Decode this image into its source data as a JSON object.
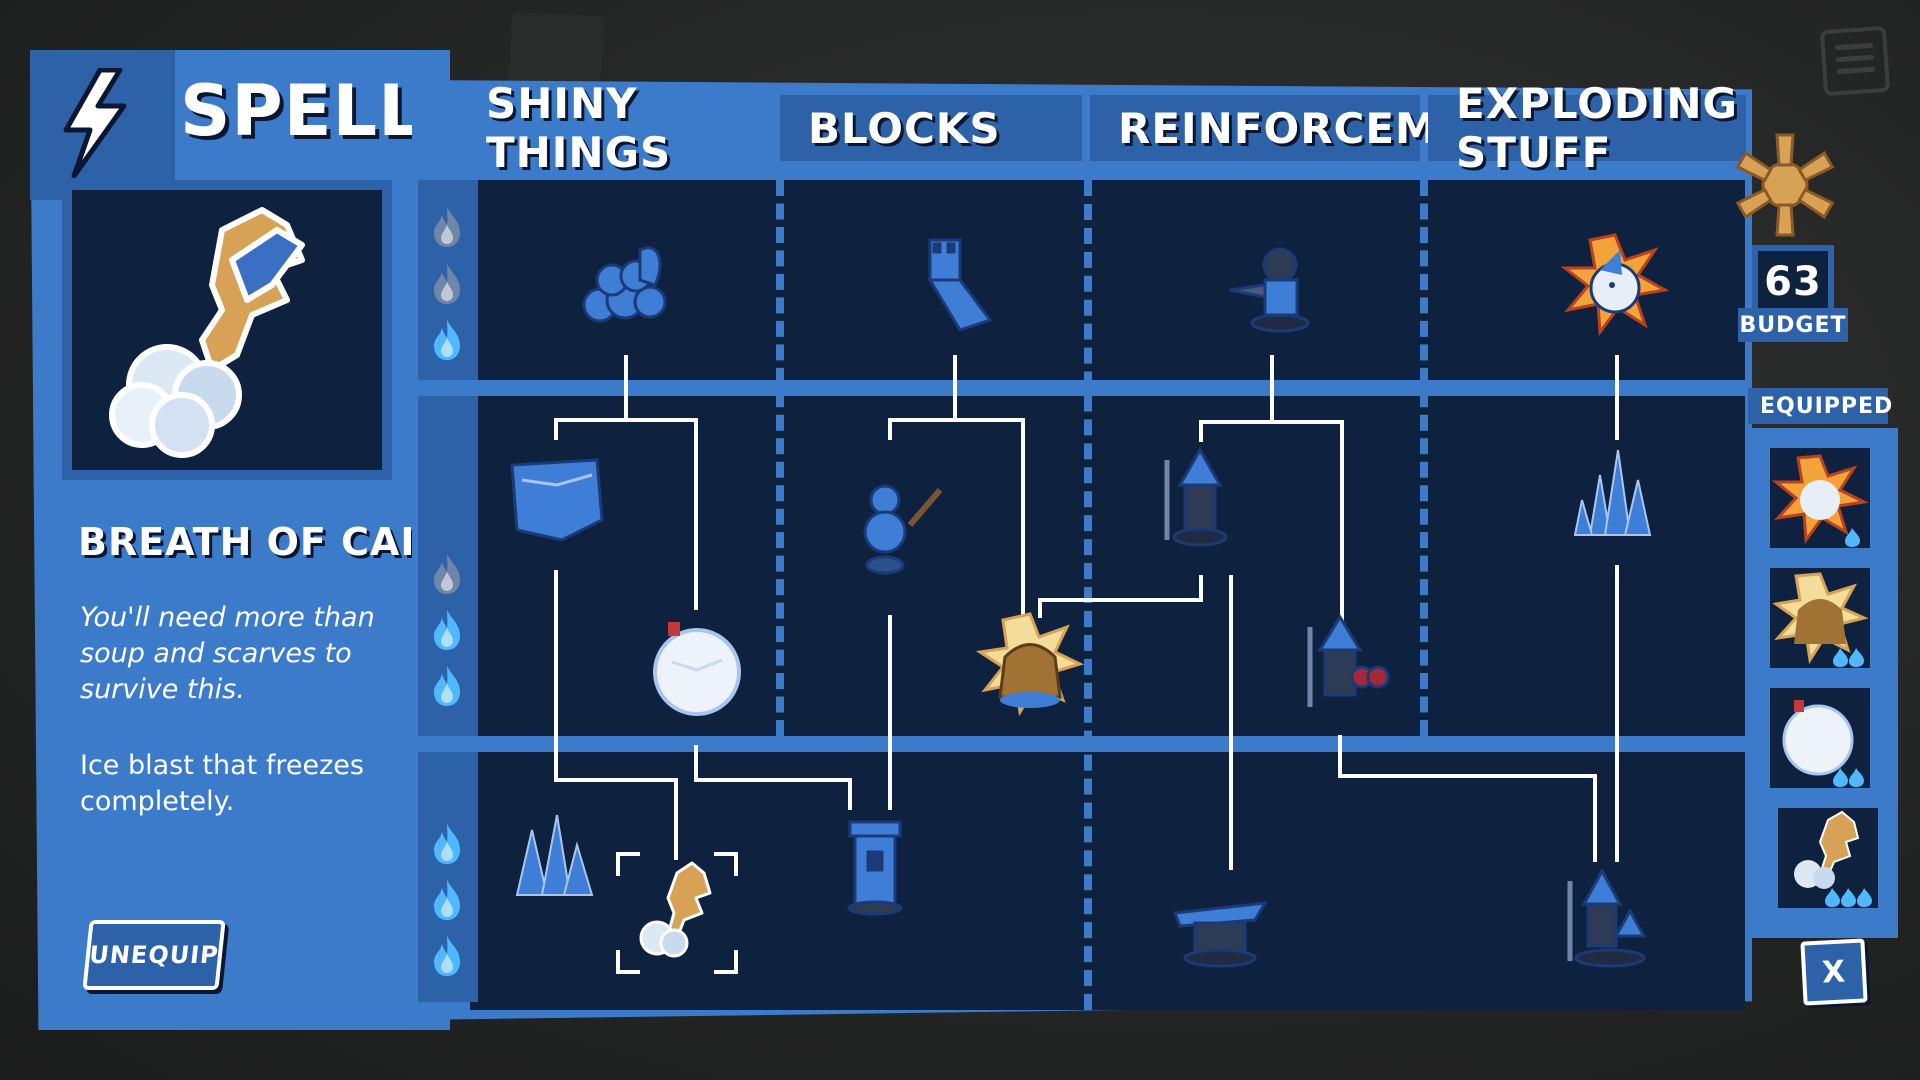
{
  "panel": {
    "title": "SPELLS",
    "selected_spell": {
      "name": "BREATH OF CAILLEACH",
      "flavor": "You'll need more than soup and scarves to survive this.",
      "description": "Ice blast that freezes completely."
    },
    "unequip_label": "UNEQUIP"
  },
  "categories": [
    {
      "label": "SHINY THINGS"
    },
    {
      "label": "BLOCKS"
    },
    {
      "label": "REINFORCEMENTS"
    },
    {
      "label": "EXPLODING STUFF"
    }
  ],
  "tiers": [
    {
      "flames_filled": 1
    },
    {
      "flames_filled": 2
    },
    {
      "flames_filled": 3
    }
  ],
  "budget": {
    "value": "63",
    "label": "BUDGET"
  },
  "equipped": {
    "label": "EQUIPPED",
    "items": [
      {
        "icon": "exploding-unicorn-icon",
        "cost": 1
      },
      {
        "icon": "golden-bell-icon",
        "cost": 2
      },
      {
        "icon": "snowball-icon",
        "cost": 2
      },
      {
        "icon": "dragon-ice-breath-icon",
        "cost": 3
      }
    ]
  },
  "close_label": "X",
  "colors": {
    "panel_blue": "#3c7bc9",
    "panel_dark_blue": "#2d62a8",
    "grid_navy": "#0e213f",
    "ice_blue": "#4a86d8",
    "flame_blue": "#4fb8ff",
    "gold": "#d7a256"
  }
}
